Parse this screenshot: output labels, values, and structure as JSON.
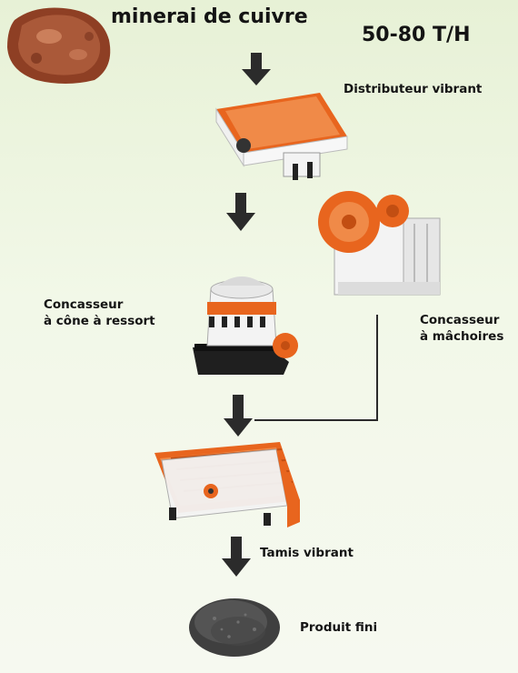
{
  "title": "minerai de cuivre",
  "capacity": "50-80 T/H",
  "labels": {
    "feeder": "Distributeur vibrant",
    "cone_line1": "Concasseur",
    "cone_line2": "à cône à ressort",
    "jaw_line1": "Concasseur",
    "jaw_line2": "à mâchoires",
    "screen": "Tamis vibrant",
    "product": "Produit fini"
  },
  "colors": {
    "machine_orange": "#e8651e",
    "machine_white": "#f3f3f3",
    "arrow": "#2b2b2b",
    "ore": "#9a4a2c",
    "product": "#4a4a4a"
  }
}
